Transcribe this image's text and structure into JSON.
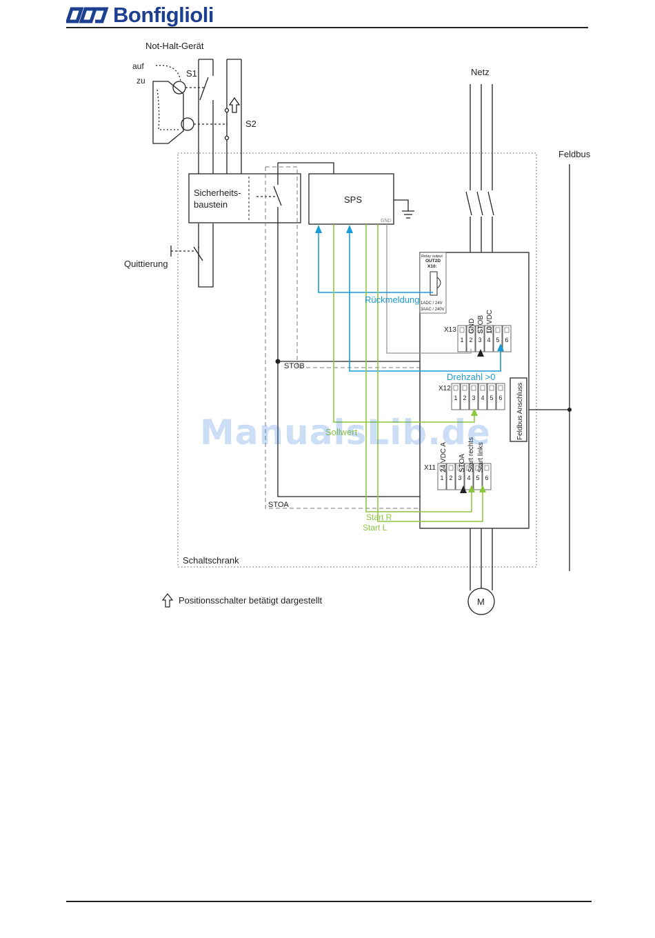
{
  "header": {
    "brand": "Bonfiglioli"
  },
  "colors": {
    "wire": "#222222",
    "feedback": "#1a9ad6",
    "control": "#8cc63f",
    "brand": "#1c3f8f",
    "grey_wire": "#999999"
  },
  "diagram": {
    "not_halt": "Not-Halt-Gerät",
    "auf": "auf",
    "zu": "zu",
    "s1": "S1",
    "s2": "S2",
    "netz": "Netz",
    "feldbus": "Feldbus",
    "sicherheits_1": "Sicherheits-",
    "sicherheits_2": "baustein",
    "sps": "SPS",
    "gnd_small": "GND",
    "quittierung": "Quittierung",
    "relay_1": "Relay output",
    "relay_2": "OUT2D",
    "relay_3": "X10:",
    "relay_4": "1ADC / 24V",
    "relay_5": "3AAC / 240V",
    "rueckmeldung": "Rückmeldung",
    "x13": "X13",
    "x13_labels": [
      "GND",
      "STOB",
      "10 VDC"
    ],
    "x13_nums": [
      "1",
      "2",
      "3",
      "4",
      "5",
      "6"
    ],
    "stob": "STOB",
    "drehzahl": "Drehzahl >0",
    "x12": "X12",
    "x12_nums": [
      "1",
      "2",
      "3",
      "4",
      "5",
      "6"
    ],
    "feldbus_anschluss": "Feldbus Anschluss",
    "sollwert": "Sollwert",
    "x11": "X11",
    "x11_labels": [
      "24 VDC A",
      "STOA",
      "Start rechts",
      "Start links"
    ],
    "x11_nums": [
      "1",
      "2",
      "3",
      "4",
      "5",
      "6"
    ],
    "stoa": "STOA",
    "start_r": "Start R",
    "start_l": "Start L",
    "schaltschrank": "Schaltschrank",
    "motor": "M",
    "legend": "Positionsschalter betätigt dargestellt"
  },
  "watermark": "ManualsLib.de"
}
